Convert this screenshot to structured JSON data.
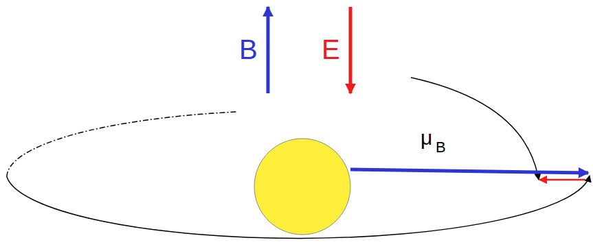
{
  "diagram": {
    "labels": [
      "B",
      "E",
      "μ",
      "B"
    ]
  }
}
